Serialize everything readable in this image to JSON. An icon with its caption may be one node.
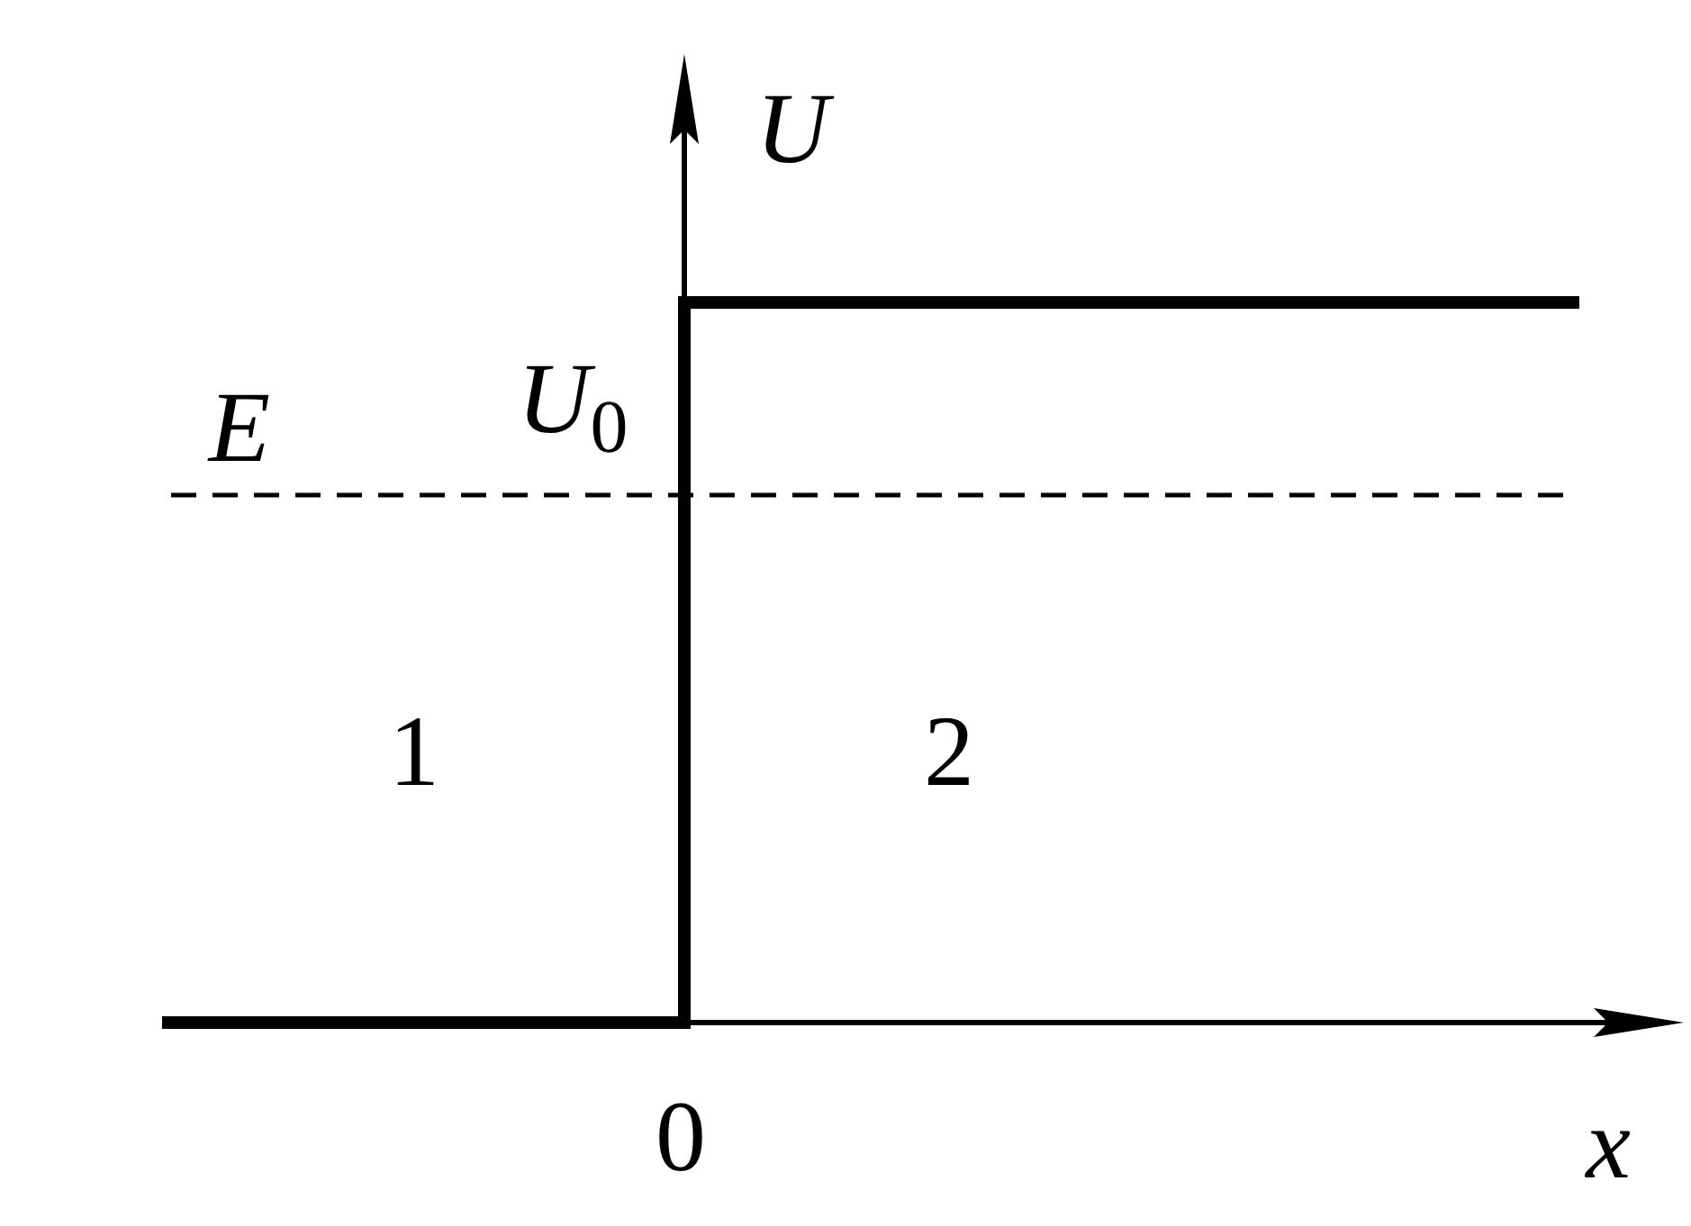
{
  "diagram": {
    "labels": [
      "U",
      "*U*$_{0}$",
      "E",
      "1",
      "2",
      "0",
      "x"
    ]
  }
}
